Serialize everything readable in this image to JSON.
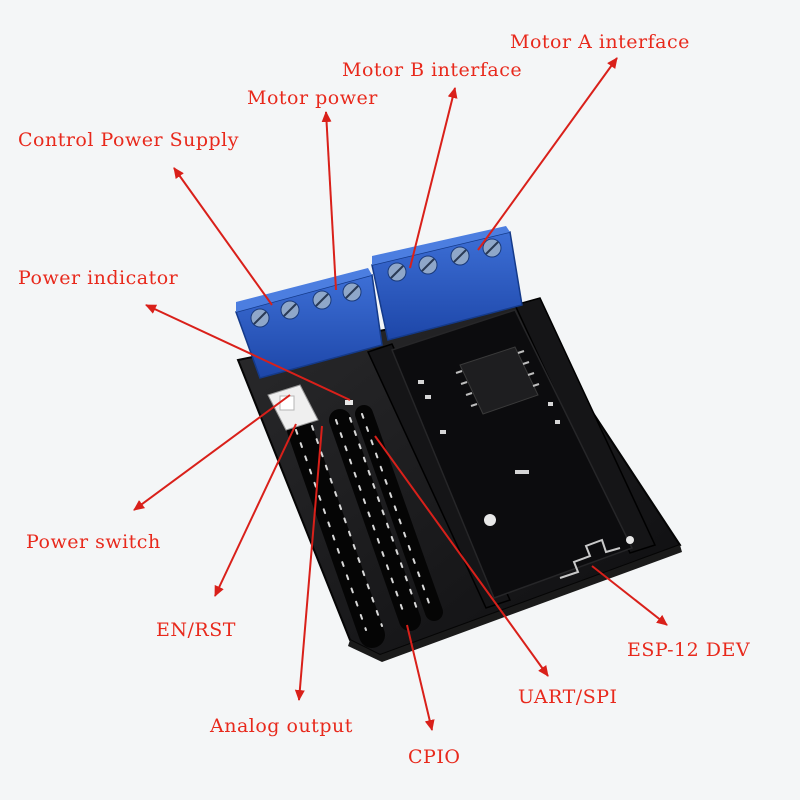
{
  "label_color": "#e8291c",
  "arrow_color": "#d9201a",
  "labels": {
    "motor_a": "Motor A interface",
    "motor_b": "Motor B interface",
    "motor_power": "Motor power",
    "control_power": "Control Power Supply",
    "power_indicator": "Power indicator",
    "power_switch": "Power switch",
    "en_rst": "EN/RST",
    "analog_output": "Analog output",
    "cpio": "CPIO",
    "uart_spi": "UART/SPI",
    "esp12": "ESP-12 DEV"
  }
}
